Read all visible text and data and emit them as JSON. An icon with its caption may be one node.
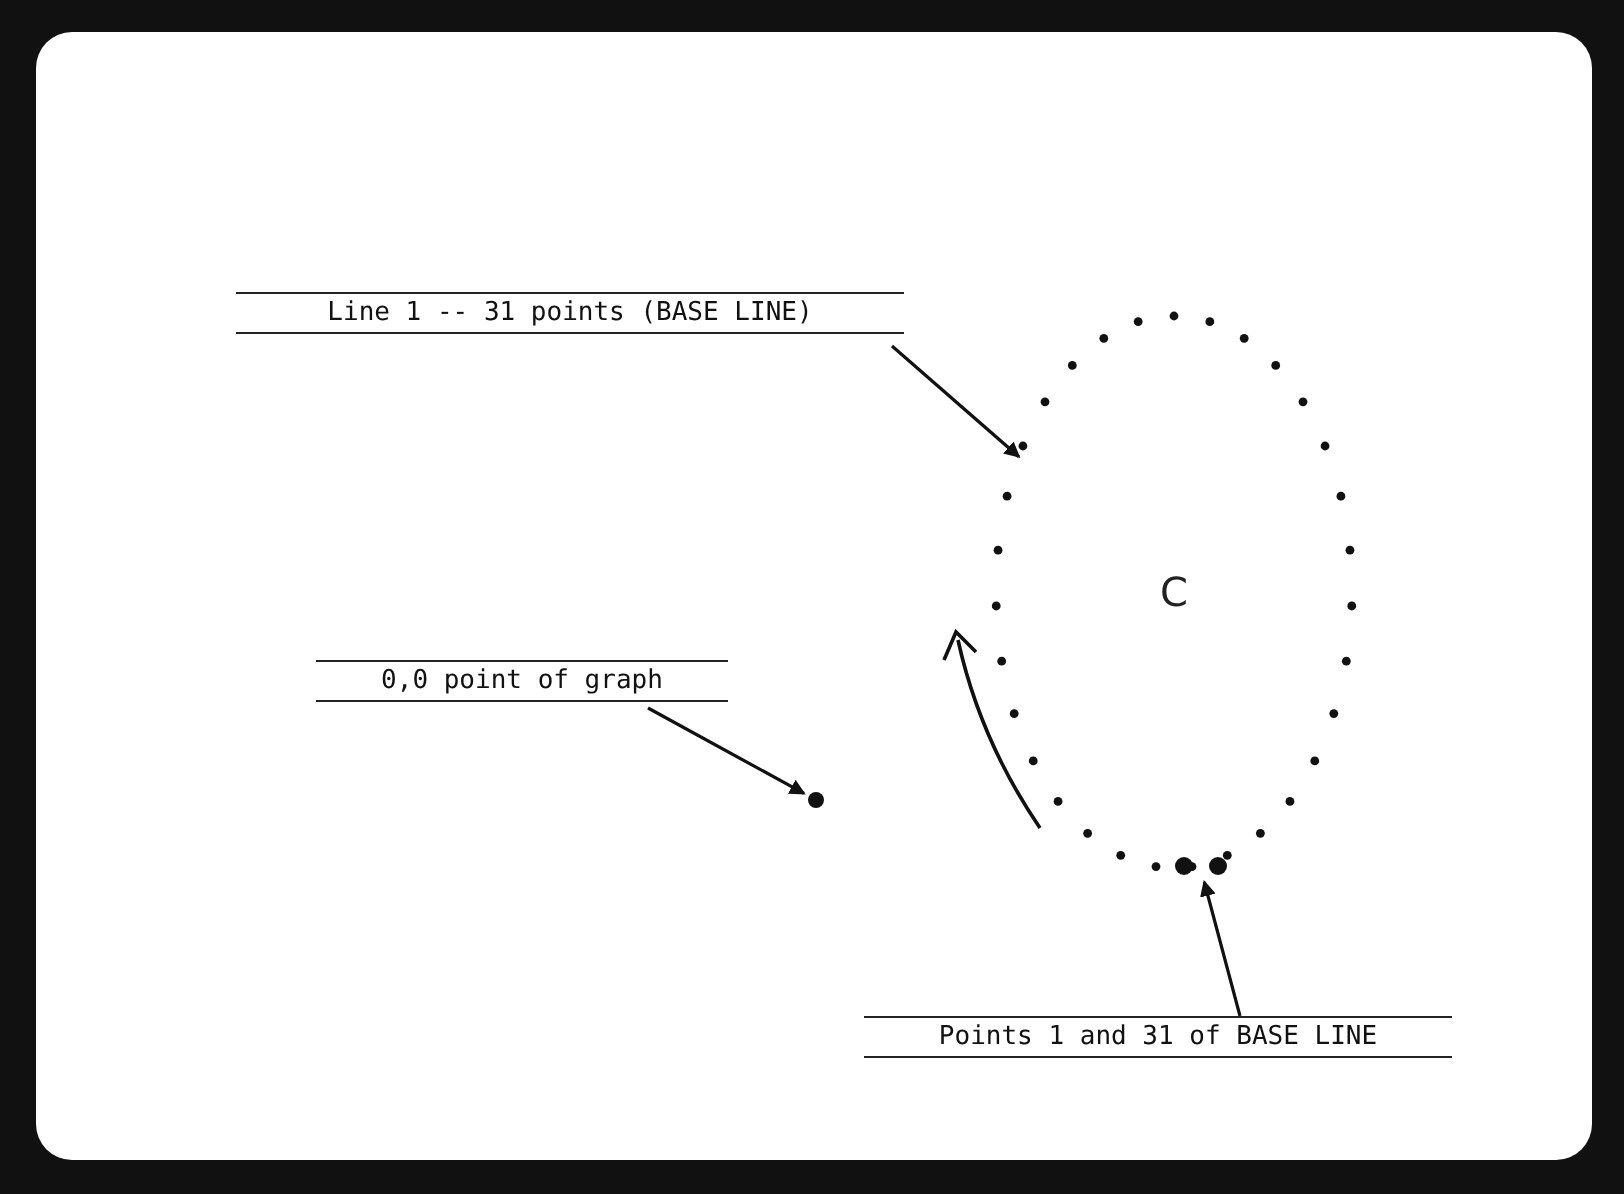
{
  "diagram": {
    "nodes": [
      {
        "text": [
          "Line 1 -- 31 points (BASE LINE)"
        ]
      },
      {
        "text": [
          "C"
        ]
      },
      {
        "text": [
          "0,0 point of graph"
        ]
      },
      {
        "text": [],
        "shape": "circle"
      },
      {
        "text": [],
        "shape": "circle"
      },
      {
        "text": [
          "Points 1 and 31 of BASE LINE"
        ]
      }
    ],
    "edges": [
      {
        "from": 0,
        "to": 1,
        "arrow": "to"
      },
      {
        "from": 2,
        "to": 3,
        "arrow": "to"
      },
      {
        "from": 5,
        "to": 4,
        "arrow": "to"
      }
    ]
  }
}
